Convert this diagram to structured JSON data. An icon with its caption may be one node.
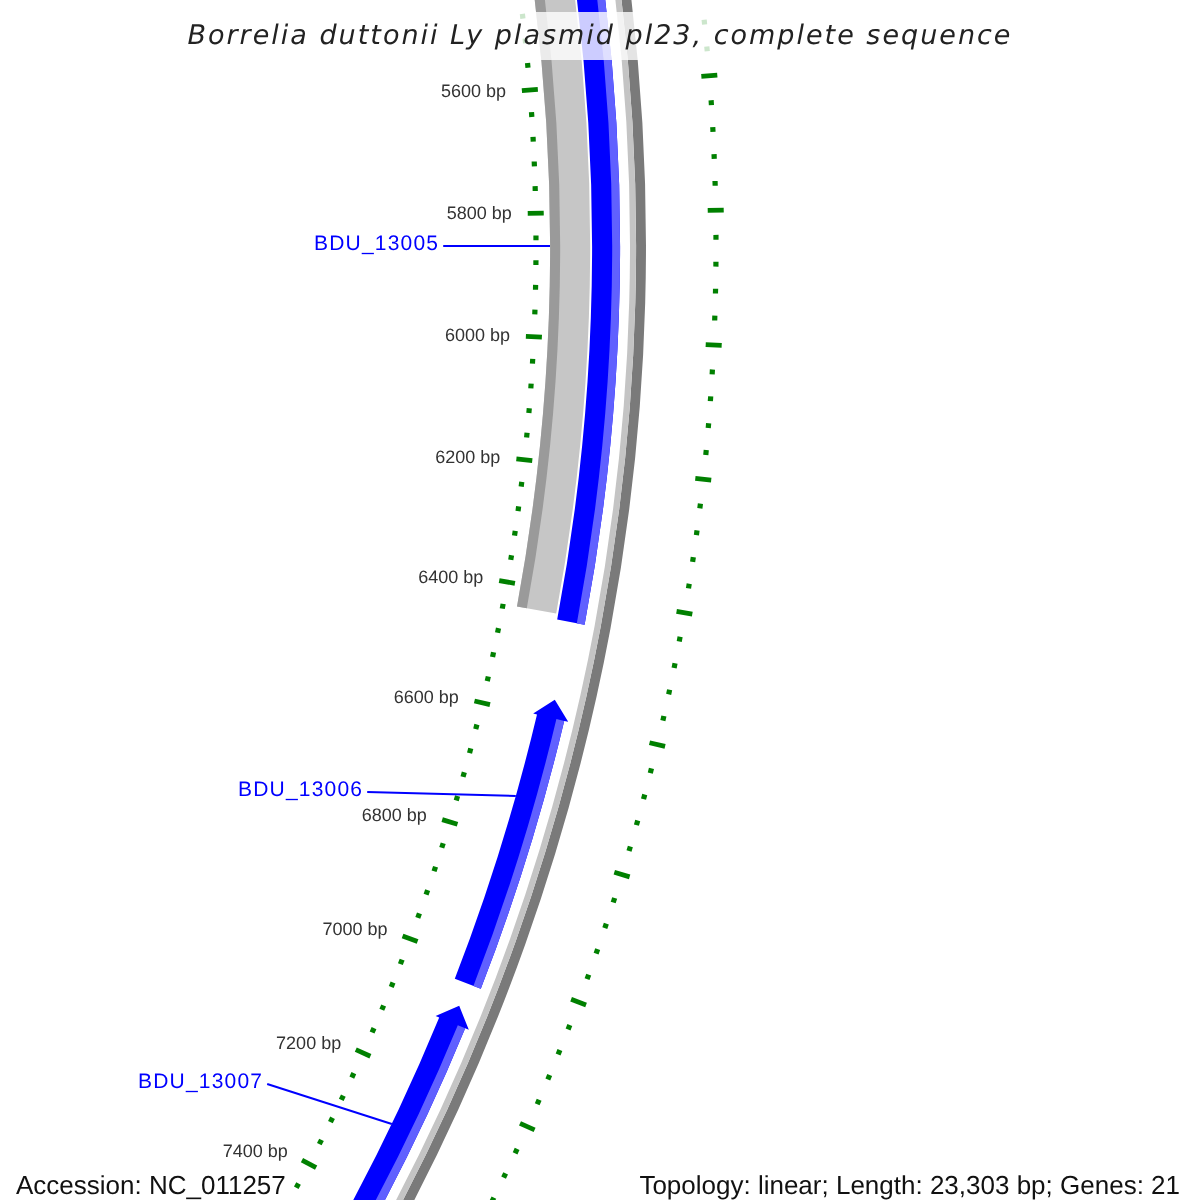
{
  "diagram": {
    "title": "Borrelia duttonii Ly plasmid pl23, complete sequence",
    "nodes": [
      {
        "text": [
          "BDU_13005"
        ]
      },
      {
        "text": [],
        "shape": "bar"
      },
      {
        "text": [
          "BDU_13006"
        ]
      },
      {
        "text": [],
        "shape": "arrow"
      },
      {
        "text": [
          "BDU_13007"
        ]
      },
      {
        "text": [],
        "shape": "arrow"
      }
    ],
    "edges": [
      {
        "from": 0,
        "to": 1,
        "arrow": "none"
      },
      {
        "from": 2,
        "to": 3,
        "arrow": "none"
      },
      {
        "from": 4,
        "to": 5,
        "arrow": "none"
      }
    ],
    "labels": [
      "5600 bp",
      "5800 bp",
      "6000 bp",
      "6200 bp",
      "6400 bp",
      "6600 bp",
      "6800 bp",
      "7000 bp",
      "7200 bp",
      "7400 bp",
      "Accession: NC_011257",
      "Topology: linear; Length: 23,303 bp; Genes: 21"
    ]
  }
}
